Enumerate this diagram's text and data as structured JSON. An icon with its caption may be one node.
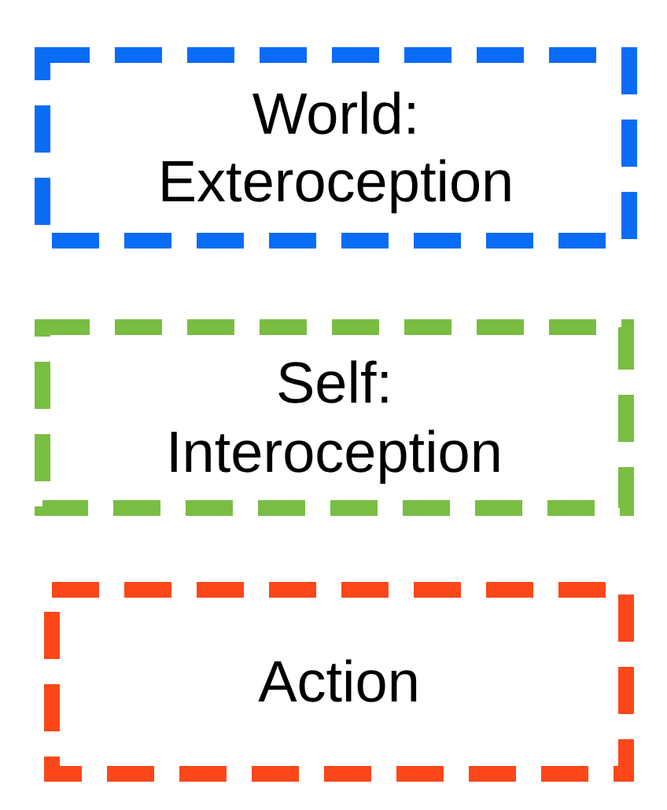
{
  "diagram": {
    "nodes": [
      {
        "text": [
          "World: Exteroception"
        ]
      },
      {
        "text": [
          "Self: Interoception"
        ]
      },
      {
        "text": [
          "Action"
        ]
      }
    ]
  }
}
